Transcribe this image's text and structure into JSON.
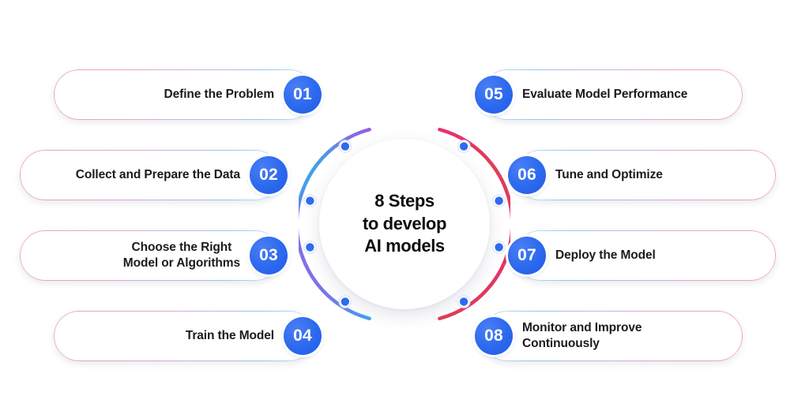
{
  "center": {
    "title": "8 Steps\nto develop\nAI models",
    "line1": "8 Steps",
    "line2": "to develop",
    "line3": "AI models"
  },
  "colors": {
    "badge_blue": "#2F6BEF",
    "arc_left_purple": "#9B5DE5",
    "arc_left_blue": "#3D9BE9",
    "arc_right_pink": "#E8327C",
    "arc_right_crimson": "#E0405E",
    "border_pink": "#EDA0C0",
    "border_blue": "#9EC6EE",
    "text_dark": "#1B1B1F",
    "background": "#FFFFFF"
  },
  "steps_left": [
    {
      "number": "01",
      "label": "Define the Problem"
    },
    {
      "number": "02",
      "label": "Collect and Prepare the Data"
    },
    {
      "number": "03",
      "label": "Choose the Right\nModel or Algorithms"
    },
    {
      "number": "04",
      "label": "Train the Model"
    }
  ],
  "steps_right": [
    {
      "number": "05",
      "label": "Evaluate Model Performance"
    },
    {
      "number": "06",
      "label": "Tune and Optimize"
    },
    {
      "number": "07",
      "label": "Deploy the Model"
    },
    {
      "number": "08",
      "label": "Monitor and Improve\nContinuously"
    }
  ],
  "ring": {
    "node_count": 8,
    "left_arc_label": "left-connector-arc",
    "right_arc_label": "right-connector-arc"
  }
}
